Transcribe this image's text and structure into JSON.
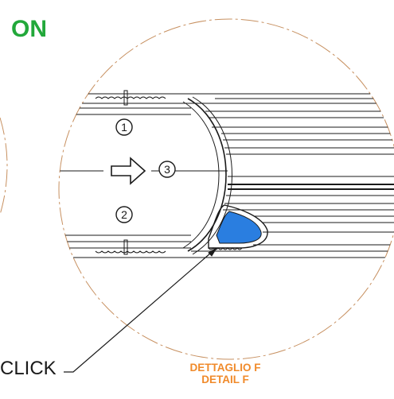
{
  "status_label": "ON",
  "click_label": "CLICK",
  "detail_title_it": "DETTAGLIO F",
  "detail_title_en": "DETAIL F",
  "position_markers": [
    "1",
    "2",
    "3"
  ],
  "colors": {
    "status": "#22a83a",
    "detail_title": "#f08a2a",
    "highlight": "#2a7ee0",
    "line": "#1a1a1a",
    "detail_circle": "#c79060"
  }
}
